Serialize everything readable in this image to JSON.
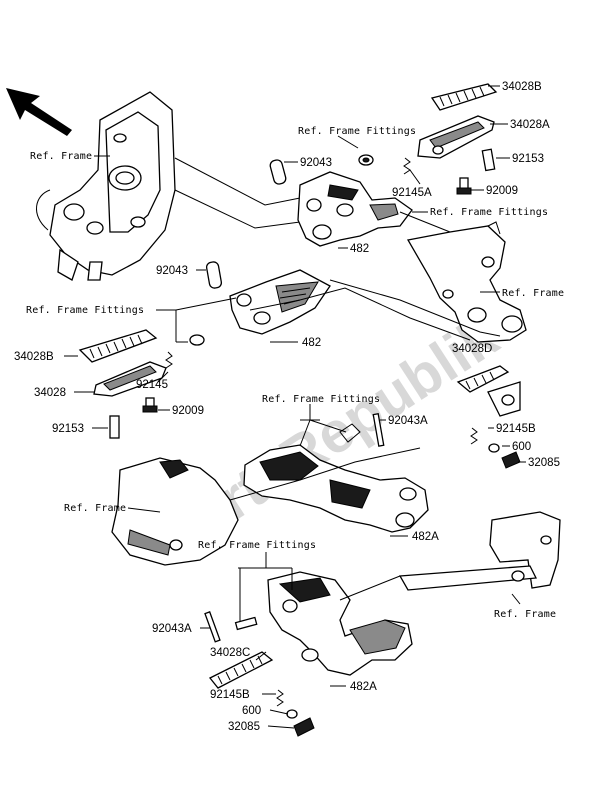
{
  "labels": {
    "ref_frame_1": "Ref. Frame",
    "ref_ff_1": "Ref. Frame Fittings",
    "p92043_1": "92043",
    "p34028B": "34028B",
    "p34028A": "34028A",
    "p92153_1": "92153",
    "p92145A": "92145A",
    "p92009_1": "92009",
    "ref_ff_2": "Ref. Frame Fittings",
    "p482_1": "482",
    "p92043_2": "92043",
    "ref_frame_2": "Ref. Frame",
    "ref_ff_3": "Ref. Frame Fittings",
    "p482_2": "482",
    "p34028D": "34028D",
    "p34028B_2": "34028B",
    "p34028": "34028",
    "p92145": "92145",
    "p92009_2": "92009",
    "p92153_2": "92153",
    "ref_ff_4": "Ref. Frame Fittings",
    "p92043A_1": "92043A",
    "p92145B_1": "92145B",
    "p600_1": "600",
    "p32085_1": "32085",
    "ref_frame_3": "Ref. Frame",
    "p482A_1": "482A",
    "ref_ff_5": "Ref. Frame Fittings",
    "p92043A_2": "92043A",
    "ref_frame_4": "Ref. Frame",
    "p34028C": "34028C",
    "p482A_2": "482A",
    "p92145B_2": "92145B",
    "p600_2": "600",
    "p32085_2": "32085"
  },
  "watermark": "PartsRepublik",
  "icons": {
    "front_arrow": "arrow-icon"
  }
}
